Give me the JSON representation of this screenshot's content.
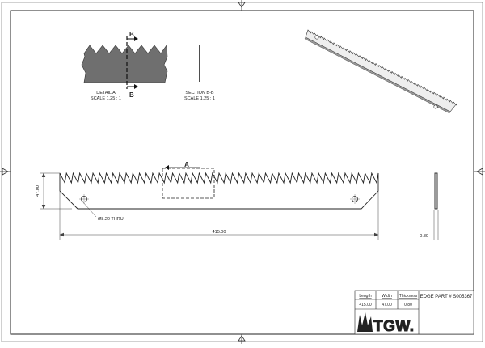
{
  "markers": {
    "section": "B",
    "detail": "A"
  },
  "detail": {
    "name": "DETAIL  A",
    "scale": "SCALE 1.25 : 1"
  },
  "section": {
    "name": "SECTION B-B",
    "scale": "SCALE 1.25 : 1"
  },
  "dims": {
    "height": "47.00",
    "hole": "Ø8.20 THRU",
    "length": "415.00",
    "thickness": "0.80"
  },
  "title_block": {
    "length_label": "Length",
    "width_label": "Width",
    "thickness_label": "Thickness",
    "length_value": "415.00",
    "width_value": "47.00",
    "thickness_value": "0.80",
    "part_number": "EDGE PART # S005367",
    "logo_text": "TGW."
  }
}
